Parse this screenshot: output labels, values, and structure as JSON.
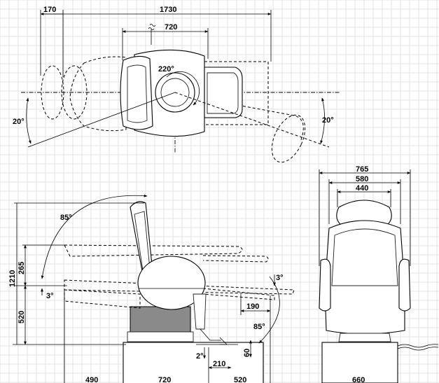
{
  "dimensions": {
    "top_overall_width": "1730",
    "top_offset": "170",
    "top_seat_width": "720",
    "top_rotation": "220°",
    "top_tilt_left": "20°",
    "top_tilt_right": "20°",
    "side_total_height": "1210",
    "side_lift": "265",
    "side_seat_height": "520",
    "side_back_angle": "85°",
    "side_head_tilt": "3°",
    "side_foot_tilt": "3°",
    "side_leg_extension": "190",
    "side_foot_angle": "85°",
    "side_floor_clearance": "60",
    "side_floor_tilt": "2°",
    "side_base_offset": "210",
    "side_rear_length": "490",
    "side_base_length": "720",
    "side_front_length": "520",
    "front_outer_width": "765",
    "front_middle_width": "580",
    "front_inner_width": "440",
    "front_base_width": "660"
  },
  "icons": {
    "power-cable": "wavy-cable-icon",
    "break-mark": "break-symbol-icon"
  }
}
